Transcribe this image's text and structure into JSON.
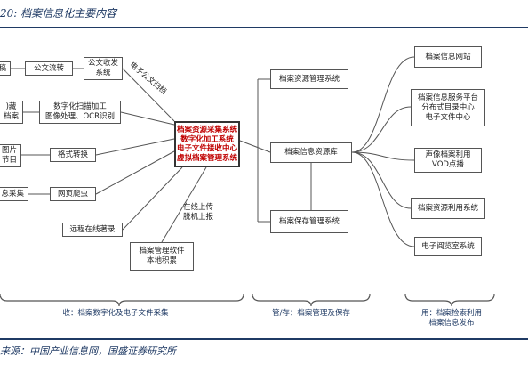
{
  "title": "20:  档案信息化主要内容",
  "source": "来源：中国产业信息网，国盛证券研究所",
  "left_column": {
    "row1": "稿",
    "row2": ")藏\n档案",
    "row3": "图片\n节目",
    "row4": "息采集"
  },
  "process": {
    "official_flow": "公文流转",
    "official_system": "公文收发\n系统",
    "digitize": "数字化扫描加工\n图像处理、OCR识别",
    "format_convert": "格式转换",
    "web_crawl": "网页爬虫",
    "remote_write": "远程在线著录",
    "archive_software": "档案管理软件\n本地积累"
  },
  "center_box": "档案资源采集系统\n数字化加工系统\n电子文件接收中心\n虚拟档案管理系统",
  "middle": {
    "resource_mgmt": "档案资源管理系统",
    "info_repo": "档案信息资源库",
    "preserve_mgmt": "档案保存管理系统"
  },
  "right": {
    "website": "档案信息网站",
    "service_platform": "档案信息服务平台\n分布式目录中心\n电子文件中心",
    "vod": "声像档案利用\nVOD点播",
    "utilization": "档案资源利用系统",
    "reading_room": "电子阅览室系统"
  },
  "labels": {
    "e_doc_archive": "电子公文归档",
    "online_upload": "在线上传\n脱机上报"
  },
  "footer": {
    "collect": "收：档案数字化及电子文件采集",
    "manage": "管/存：档案管理及保存",
    "use": "用：档案检索利用\n档案信息发布"
  }
}
